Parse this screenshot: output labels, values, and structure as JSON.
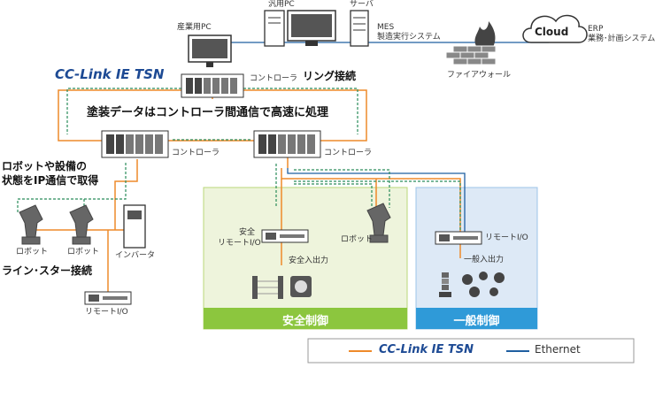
{
  "brand": {
    "logo_text": "CC-Link IE TSN",
    "logo_color": "#e8731c"
  },
  "colors": {
    "tsn_line": "#ee8a2a",
    "ethernet_line": "#1f5fa0",
    "safety_bg": "#eef4dc",
    "safety_bar": "#8cc63e",
    "general_bg": "#dde9f6",
    "general_bar": "#2f9ad8",
    "dashed": "#2a8c5a"
  },
  "top": {
    "industrial_pc": "産業用PC",
    "general_pc": "汎用PC",
    "server": "サーバ",
    "mes_line1": "MES",
    "mes_line2": "製造実行システム",
    "firewall": "ファイアウォール",
    "cloud": "Cloud",
    "erp_line1": "ERP",
    "erp_line2": "業務･計画システム"
  },
  "ring": {
    "controller_top": "コントローラ",
    "ring_label": "リング接続",
    "banner": "塗装データはコントローラ間通信で高速に処理",
    "controller_left": "コントローラ",
    "controller_right": "コントローラ"
  },
  "left": {
    "robot_note_line1": "ロボットや設備の",
    "robot_note_line2": "状態をIP通信で取得",
    "robot1": "ロボット",
    "robot2": "ロボット",
    "inverter": "インバータ",
    "line_star": "ライン･スター接続",
    "remote_io": "リモートI/O"
  },
  "safety": {
    "remote_io_line1": "安全",
    "remote_io_line2": "リモートI/O",
    "io_label": "安全入出力",
    "robot": "ロボット",
    "title": "安全制御"
  },
  "general": {
    "remote_io": "リモートI/O",
    "io_label": "一般入出力",
    "title": "一般制御"
  },
  "legend": {
    "tsn_label": "CC-Link IE TSN",
    "ethernet_label": "Ethernet"
  }
}
